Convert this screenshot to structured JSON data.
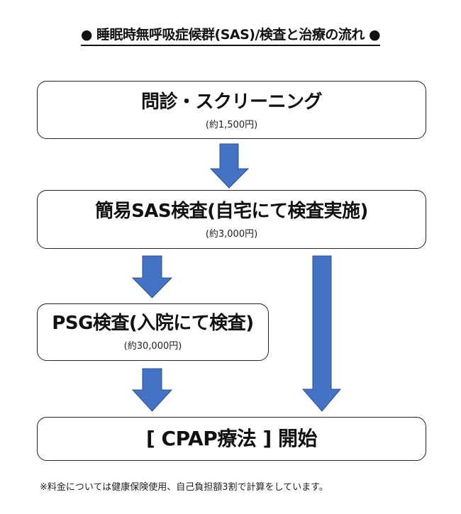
{
  "title": "● 睡眠時無呼吸症候群(SAS)/検査と治療の流れ ●",
  "steps": [
    {
      "label": "問診・スクリーニング",
      "cost": "(約1,500円)"
    },
    {
      "label": "簡易SAS検査(自宅にて検査実施)",
      "cost": "(約3,000円)"
    },
    {
      "label": "PSG検査(入院にて検査)",
      "cost": "(約30,000円)"
    },
    {
      "label": "[ CPAP療法 ] 開始"
    }
  ],
  "arrows": [
    {
      "from": "問診・スクリーニング",
      "to": "簡易SAS検査(自宅にて検査実施)"
    },
    {
      "from": "簡易SAS検査(自宅にて検査実施)",
      "to": "PSG検査(入院にて検査)"
    },
    {
      "from": "簡易SAS検査(自宅にて検査実施)",
      "to": "[ CPAP療法 ] 開始"
    },
    {
      "from": "PSG検査(入院にて検査)",
      "to": "[ CPAP療法 ] 開始"
    }
  ],
  "note": "※料金については健康保険使用、自己負担額3割で計算をしています。",
  "colors": {
    "arrow_fill": "#4472C4",
    "arrow_stroke": "#2F528F",
    "box_border": "#222222"
  }
}
